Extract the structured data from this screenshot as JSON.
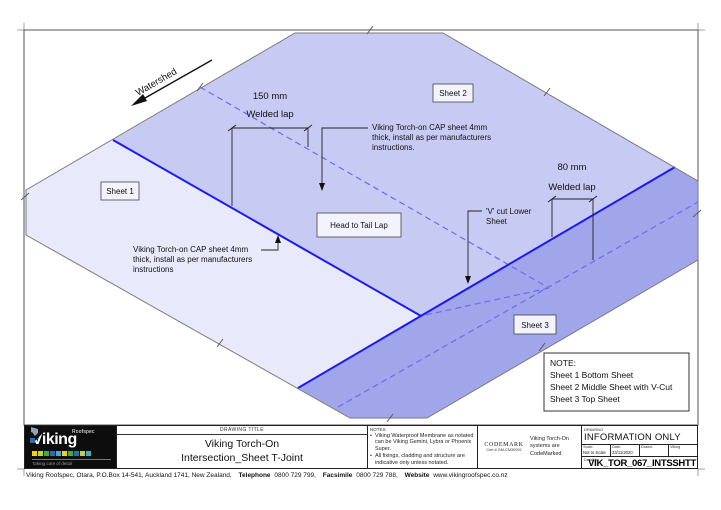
{
  "diagram": {
    "watershed_label": "Watershed",
    "sheet1_label": "Sheet 1",
    "sheet2_label": "Sheet 2",
    "sheet3_label": "Sheet 3",
    "head_to_tail_label": "Head to Tail Lap",
    "dim150": {
      "value": "150 mm",
      "caption": "Welded lap"
    },
    "dim80": {
      "value": "80 mm",
      "caption": "Welded lap"
    },
    "cap_note_top_lines": [
      "Viking Torch-on CAP sheet 4mm",
      "thick, install as per manufacturers",
      "instructions."
    ],
    "cap_note_left_lines": [
      "Viking Torch-on CAP sheet 4mm",
      "thick, install as per manufacturers",
      "instructions"
    ],
    "vcut_lines": [
      "'V' cut Lower",
      "Sheet"
    ],
    "note_box": {
      "title": "NOTE:",
      "lines": [
        "Sheet 1 Bottom Sheet",
        "Sheet 2 Middle Sheet with V-Cut",
        "Sheet 3 Top Sheet"
      ]
    },
    "colors": {
      "sheet1_fill": "#e8e9fa",
      "sheet2_fill": "#c7caf2",
      "sheet3_fill": "#a0a6e9",
      "edge_blue": "#1b1bef",
      "lap_blue": "#6b6bf2",
      "outline_gray": "#7a7a7a"
    }
  },
  "title_block": {
    "logo": {
      "brand": "Viking",
      "sub": "Roofspec",
      "tagline": "Taking care of detail"
    },
    "drawing_title_caption": "DRAWING TITLE",
    "title_lines": [
      "Viking Torch-On",
      "Intersection_Sheet T-Joint"
    ],
    "notes_caption": "NOTES:",
    "notes": [
      "Viking Waterproof Membrane as notated can be Viking Gemini, Lybra or Phoenix Super.",
      "All fixings, cladding and structure are indicative only unless notated."
    ],
    "codemark": {
      "name": "CODEMARK",
      "cert": "Cert # GM-CM30092",
      "tagline_lines": [
        "Viking Torch-On",
        "systems are",
        "CodeMarked"
      ]
    },
    "info": {
      "caption": "DRAWING",
      "status": "INFORMATION ONLY",
      "scale_label": "Scale:",
      "scale_value": "Not to Scale",
      "date_label": "Date:",
      "date_value": "23/11/2020",
      "drawn_label": "Drawn:",
      "drawn_value": "Viking",
      "detail_label": "Detail #:",
      "detail_value": "VIK_TOR_067_INTSSHTT"
    }
  },
  "footer": {
    "address": "Viking Roofspec, Otara, P.O.Box 14-541, Auckland 1741, New Zealand,",
    "phone_label": "Telephone",
    "phone": "0800 729 799,",
    "fax_label": "Facsimile",
    "fax": "0800 729 788,",
    "web_label": "Website",
    "web": "www.vikingroofspec.co.nz"
  }
}
